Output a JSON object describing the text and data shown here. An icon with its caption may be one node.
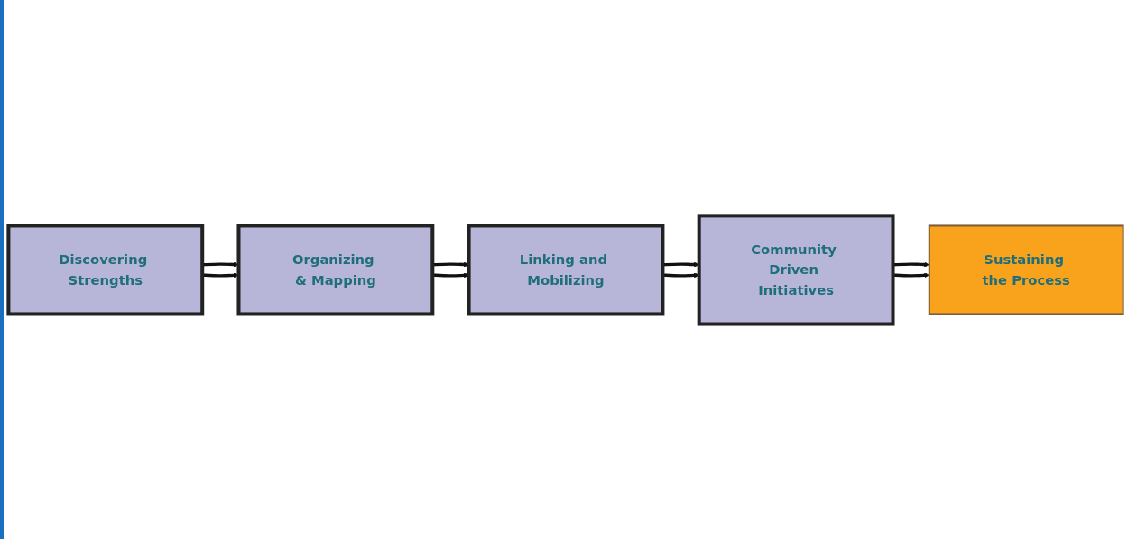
{
  "diagram": {
    "nodes": [
      {
        "text": [
          "Discovering Strengths"
        ]
      },
      {
        "text": [
          "Organizing & Mapping"
        ]
      },
      {
        "text": [
          "Linking and Mobilizing"
        ]
      },
      {
        "text": [
          "Community Driven Initiatives"
        ]
      },
      {
        "text": [
          "Sustaining the Process"
        ]
      }
    ],
    "edges": [
      {
        "from": 0,
        "to": 1,
        "arrow": "to"
      },
      {
        "from": 0,
        "to": 1,
        "arrow": "to"
      },
      {
        "from": 1,
        "to": 2,
        "arrow": "to"
      },
      {
        "from": 1,
        "to": 2,
        "arrow": "to"
      },
      {
        "from": 2,
        "to": 3,
        "arrow": "to"
      },
      {
        "from": 2,
        "to": 3,
        "arrow": "to"
      },
      {
        "from": 3,
        "to": 4,
        "arrow": "to"
      },
      {
        "from": 3,
        "to": 4,
        "arrow": "to"
      }
    ]
  }
}
